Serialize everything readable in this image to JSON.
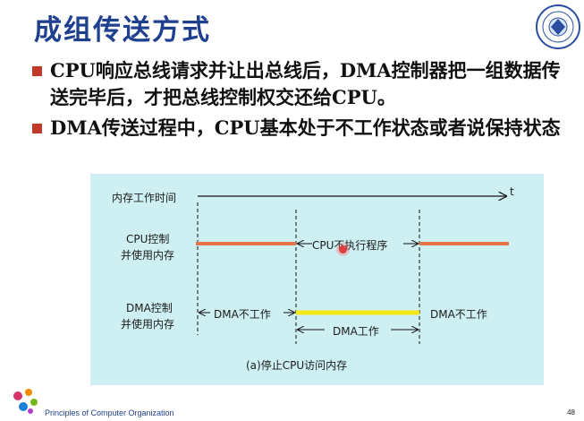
{
  "slide": {
    "title": "成组传送方式",
    "bullets": [
      "CPU响应总线请求并让出总线后，DMA控制器把一组数据传送完毕后，才把总线控制权交还给CPU。",
      "DMA传送过程中，CPU基本处于不工作状态或者说保持状态"
    ]
  },
  "diagram": {
    "time_label": "内存工作时间",
    "t_label": "t",
    "cpu_row_label_1": "CPU控制",
    "cpu_row_label_2": "并使用内存",
    "dma_row_label_1": "DMA控制",
    "dma_row_label_2": "并使用内存",
    "cpu_idle_label": "CPU不执行程序",
    "dma_idle_left": "DMA不工作",
    "dma_idle_right": "DMA不工作",
    "dma_work_label": "DMA工作",
    "caption": "(a)停止CPU访问内存",
    "colors": {
      "cpu_line": "#e8744a",
      "dma_line": "#f5e61a",
      "background": "#cff0f2"
    }
  },
  "footer": {
    "course": "Principles of Computer Organization",
    "page": "48"
  }
}
